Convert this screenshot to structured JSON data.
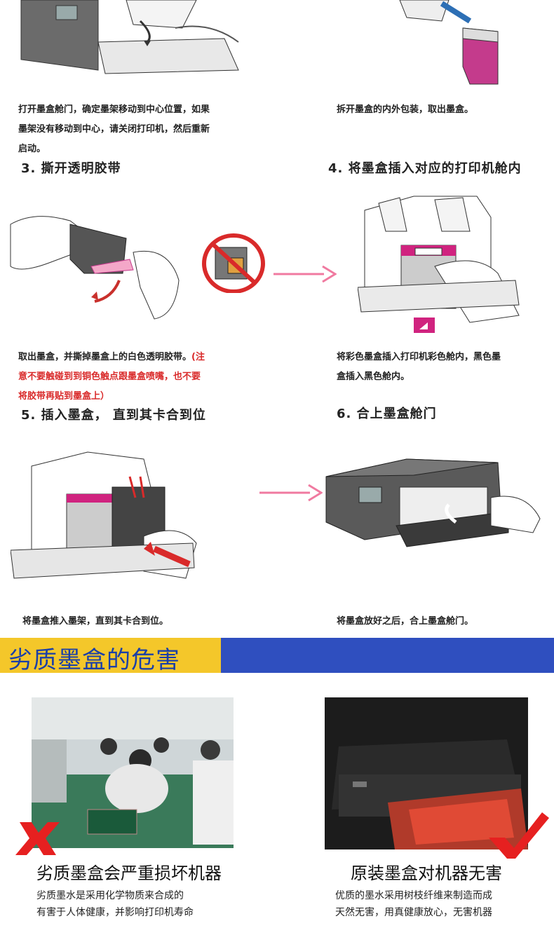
{
  "steps": {
    "step1_caption": [
      "打开墨盒舱门，确定墨架移动到中心位置，如果",
      "墨架没有移动到中心，请关闭打印机，然后重新",
      "启动。"
    ],
    "step2_caption": "拆开墨盒的内外包装，取出墨盒。",
    "step3_title": "3. 撕开透明胶带",
    "step4_title": "4. 将墨盒插入对应的打印机舱内",
    "step3_caption_black": "取出墨盒，并撕掉墨盒上的白色透明胶带。",
    "step3_caption_red_1": "(注",
    "step3_caption_red_2": "意不要触碰到到铜色触点跟墨盒喷嘴，也不要",
    "step3_caption_red_3": "将胶带再贴到墨盒上）",
    "step4_caption": [
      "将彩色墨盒插入打印机彩色舱内，黑色墨",
      "盒插入黑色舱内。"
    ],
    "step5_title": "5. 插入墨盒，  直到其卡合到位",
    "step6_title": "6. 合上墨盒舱门",
    "step5_caption": "将墨盒推入墨架，直到其卡合到位。",
    "step6_caption": "将墨盒放好之后，合上墨盒舱门。"
  },
  "banner": {
    "title": "劣质墨盒的危害"
  },
  "compare": {
    "bad_title": "劣质墨盒会严重损坏机器",
    "bad_desc": [
      "劣质墨水是采用化学物质来合成的",
      "有害于人体健康，并影响打印机寿命"
    ],
    "good_title": "原装墨盒对机器无害",
    "good_desc": [
      "优质的墨水采用树枝纤维来制造而成",
      "天然无害，用真健康放心，无害机器"
    ]
  },
  "colors": {
    "accent_red": "#d92a2a",
    "banner_yellow": "#f4c72a",
    "banner_blue": "#2f4fbf",
    "arrow_pink": "#f07aa0",
    "cartridge_magenta": "#d0237f"
  }
}
